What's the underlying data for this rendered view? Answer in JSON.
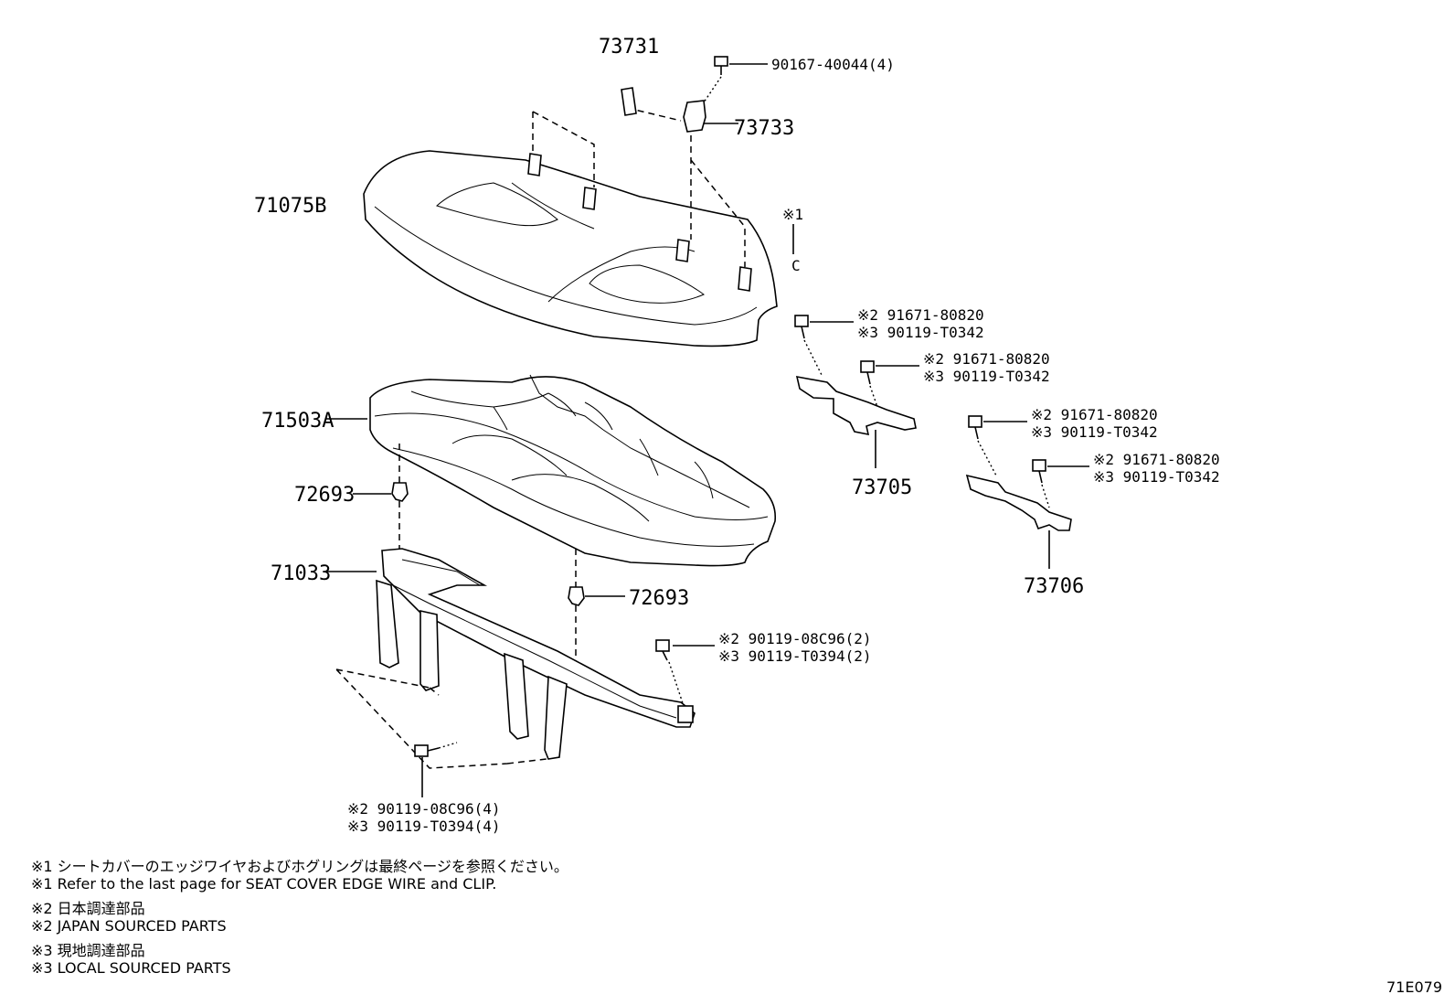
{
  "parts": {
    "p73731": "73731",
    "p73733": "73733",
    "p71075B": "71075B",
    "p71503A": "71503A",
    "p72693a": "72693",
    "p72693b": "72693",
    "p71033": "71033",
    "p73705": "73705",
    "p73706": "73706"
  },
  "refs": {
    "screw_top": "90167-40044(4)",
    "note1_marker": "※1",
    "clip_c": "C",
    "b1_l1": "※2 91671-80820",
    "b1_l2": "※3 90119-T0342",
    "b2_l1": "※2 91671-80820",
    "b2_l2": "※3 90119-T0342",
    "b3_l1": "※2 91671-80820",
    "b3_l2": "※3 90119-T0342",
    "b4_l1": "※2 91671-80820",
    "b4_l2": "※3 90119-T0342",
    "b5_l1": "※2 90119-08C96(2)",
    "b5_l2": "※3 90119-T0394(2)",
    "b6_l1": "※2 90119-08C96(4)",
    "b6_l2": "※3 90119-T0394(4)"
  },
  "notes": [
    "※1 シートカバーのエッジワイヤおよびホグリングは最終ページを参照ください。",
    "※1 Refer to the last page for SEAT COVER EDGE WIRE and CLIP.",
    "※2 日本調達部品",
    "※2 JAPAN SOURCED PARTS",
    "※3 現地調達部品",
    "※3 LOCAL SOURCED PARTS"
  ],
  "figure_code": "71E079"
}
